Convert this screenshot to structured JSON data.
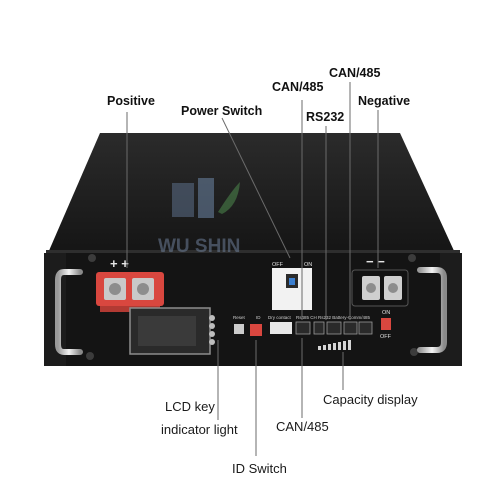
{
  "labels": {
    "positive": "Positive",
    "power_switch": "Power Switch",
    "can485_top_left": "CAN/485",
    "can485_top_right": "CAN/485",
    "rs232": "RS232",
    "negative": "Negative",
    "lcd_key": "LCD key",
    "indicator_light": "indicator light",
    "can485_bottom": "CAN/485",
    "capacity_display": "Capacity display",
    "id_switch": "ID Switch"
  },
  "device_markings": {
    "brand_watermark": "WU SHIN",
    "positive_terminals": "+ +",
    "negative_terminals": "− −",
    "breaker_off": "OFF",
    "breaker_on": "ON",
    "on_label": "ON",
    "off_label": "OFF",
    "reset_label": "Reset",
    "id_label": "ID",
    "dry_contact_label": "Dry contact",
    "port_labels": "Rs485   CH   Rs232   Battery-Comm/485"
  },
  "colors": {
    "chassis": "#161616",
    "terminal_red": "#d9473f",
    "leader_line": "#6b6b6b"
  }
}
